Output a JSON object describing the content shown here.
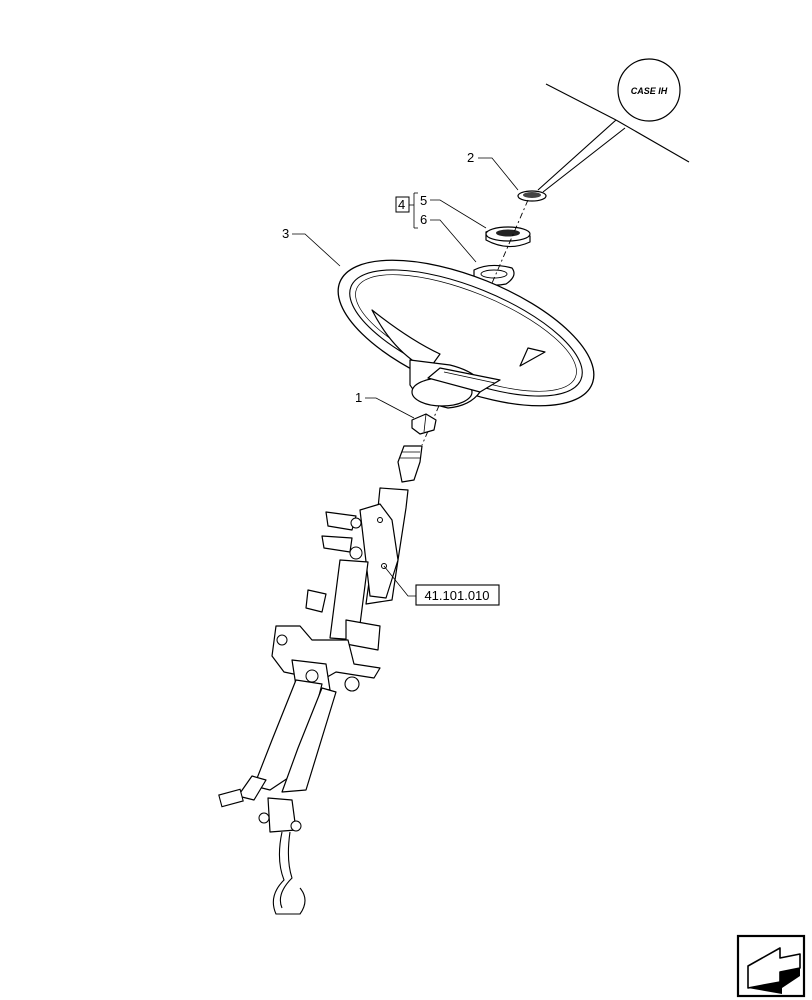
{
  "logo": {
    "text": "CASE IH"
  },
  "callouts": {
    "item_1": "1",
    "item_2": "2",
    "item_3": "3",
    "item_4": "4",
    "item_5": "5",
    "item_6": "6"
  },
  "reference": {
    "label": "41.101.010"
  },
  "nav": {
    "icon": "next-page-arrow-icon"
  }
}
